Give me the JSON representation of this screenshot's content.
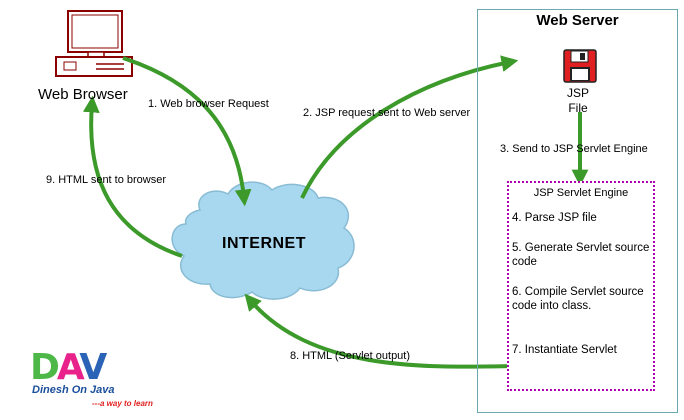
{
  "server": {
    "title": "Web Server"
  },
  "browser": {
    "label": "Web Browser"
  },
  "jsp_file": {
    "line1": "JSP",
    "line2": "File"
  },
  "internet": {
    "label": "INTERNET"
  },
  "engine": {
    "title": "JSP Servlet Engine",
    "steps": [
      "4. Parse JSP file",
      "5. Generate Servlet source code",
      "6. Compile Servlet source code into class.",
      "7. Instantiate Servlet"
    ]
  },
  "arrows": {
    "step1": "1. Web browser Request",
    "step2": "2. JSP request sent to Web server",
    "step3": "3. Send to JSP Servlet Engine",
    "step8": "8. HTML (Servlet output)",
    "step9": "9. HTML sent to browser"
  },
  "logo": {
    "letters": "DAV",
    "name": "Dinesh On Java",
    "tagline": "---a way to learn"
  },
  "colors": {
    "arrow": "#3c9a2a",
    "server_border": "#6aa9b0",
    "engine_border": "#b000b0",
    "cloud": "#a8d8ef",
    "computer": "#8b0000"
  }
}
